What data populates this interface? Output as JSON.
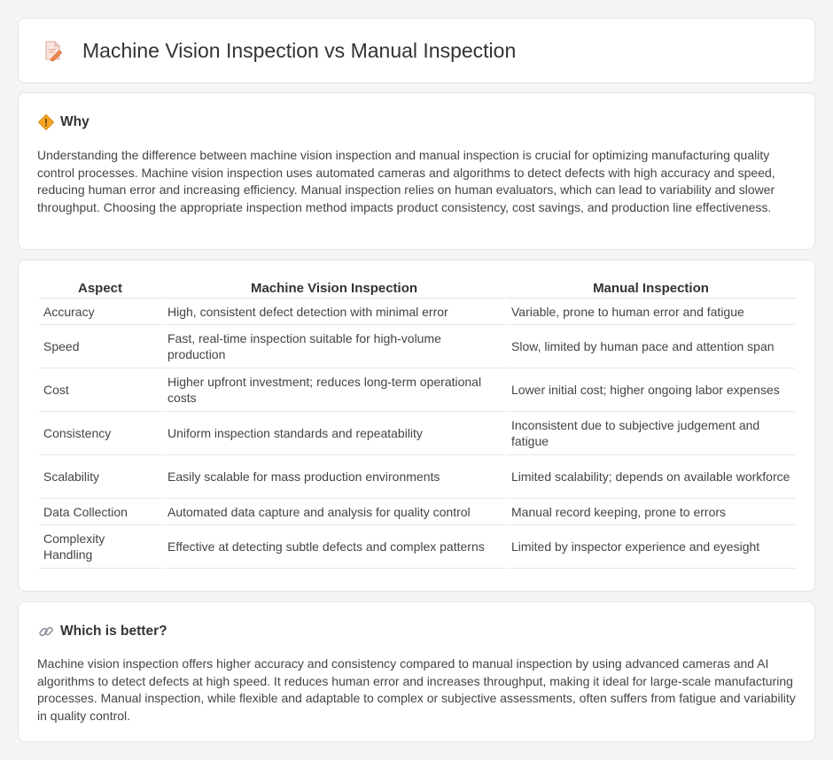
{
  "header": {
    "title": "Machine Vision Inspection vs Manual Inspection",
    "icon": "document-pencil-icon"
  },
  "why": {
    "icon": "diamond-warning-icon",
    "heading": "Why",
    "text": "Understanding the difference between machine vision inspection and manual inspection is crucial for optimizing manufacturing quality control processes. Machine vision inspection uses automated cameras and algorithms to detect defects with high accuracy and speed, reducing human error and increasing efficiency. Manual inspection relies on human evaluators, which can lead to variability and slower throughput. Choosing the appropriate inspection method impacts product consistency, cost savings, and production line effectiveness."
  },
  "comparison": {
    "headers": [
      "Aspect",
      "Machine Vision Inspection",
      "Manual Inspection"
    ],
    "rows": [
      [
        "Accuracy",
        "High, consistent defect detection with minimal error",
        "Variable, prone to human error and fatigue"
      ],
      [
        "Speed",
        "Fast, real-time inspection suitable for high-volume production",
        "Slow, limited by human pace and attention span"
      ],
      [
        "Cost",
        "Higher upfront investment; reduces long-term operational costs",
        "Lower initial cost; higher ongoing labor expenses"
      ],
      [
        "Consistency",
        "Uniform inspection standards and repeatability",
        "Inconsistent due to subjective judgement and fatigue"
      ],
      [
        "Scalability",
        "Easily scalable for mass production environments",
        "Limited scalability; depends on available workforce"
      ],
      [
        "Data Collection",
        "Automated data capture and analysis for quality control",
        "Manual record keeping, prone to errors"
      ],
      [
        "Complexity Handling",
        "Effective at detecting subtle defects and complex patterns",
        "Limited by inspector experience and eyesight"
      ]
    ]
  },
  "better": {
    "icon": "link-icon",
    "heading": "Which is better?",
    "text": "Machine vision inspection offers higher accuracy and consistency compared to manual inspection by using advanced cameras and AI algorithms to detect defects at high speed. It reduces human error and increases throughput, making it ideal for large-scale manufacturing processes. Manual inspection, while flexible and adaptable to complex or subjective assessments, often suffers from fatigue and variability in quality control."
  },
  "colors": {
    "background": "#f4f5f7",
    "card": "#ffffff",
    "border": "#e2e4e8",
    "accent_orange": "#f0a030"
  }
}
